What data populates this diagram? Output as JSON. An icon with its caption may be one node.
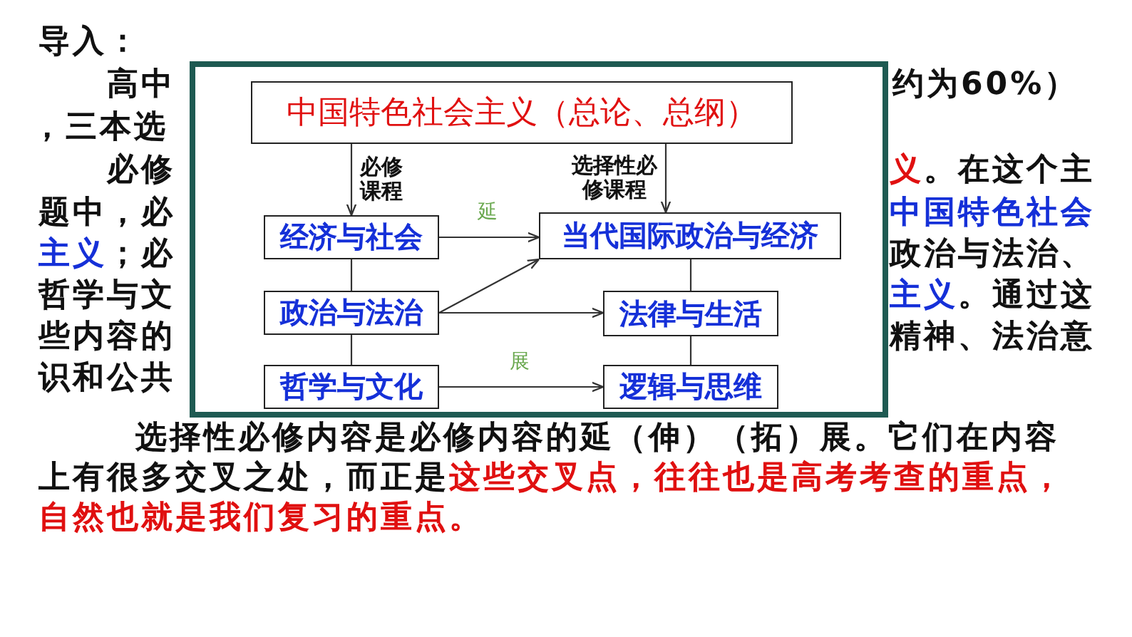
{
  "diagram": {
    "nodes": [
      {
        "text": [
          "中国特色社会主义（总论、总纲）"
        ]
      },
      {
        "text": [
          "经济与社会"
        ]
      },
      {
        "text": [
          "政治与法治"
        ]
      },
      {
        "text": [
          "哲学与文化"
        ]
      },
      {
        "text": [
          "当代国际政治与经济"
        ]
      },
      {
        "text": [
          "法律与生活"
        ]
      },
      {
        "text": [
          "逻辑与思维"
        ]
      }
    ],
    "edges": [
      {
        "from": 0,
        "to": 1,
        "arrow": "to",
        "label": "必修课程"
      },
      {
        "from": 0,
        "to": 4,
        "arrow": "to",
        "label": "选择性必修课程"
      },
      {
        "from": 1,
        "to": 4,
        "arrow": "to",
        "label": "延"
      },
      {
        "from": 1,
        "to": 2,
        "arrow": "none"
      },
      {
        "from": 2,
        "to": 4,
        "arrow": "to"
      },
      {
        "from": 2,
        "to": 5,
        "arrow": "to"
      },
      {
        "from": 4,
        "to": 5,
        "arrow": "none"
      },
      {
        "from": 2,
        "to": 3,
        "arrow": "none"
      },
      {
        "from": 3,
        "to": 6,
        "arrow": "to",
        "label": "展"
      },
      {
        "from": 5,
        "to": 6,
        "arrow": "none"
      }
    ],
    "labels": [
      "导入：",
      "高中",
      "约为60%）",
      "，三本选",
      "必修",
      "义",
      "。在这个主",
      "题中，必",
      "中国特色社会",
      "主义",
      "；必",
      "政治与法治、",
      "哲学与文",
      "主义",
      "。通过这",
      "些内容的",
      "精神、法治意",
      "识和公共",
      "选择性必修内容是必修内容的延（伸）（拓）展。它们在内容",
      "上有很多交叉之处，而正是",
      "这些交叉点，往往也是高考考查的重点，",
      "自然也就是我们复习的重点。"
    ]
  }
}
